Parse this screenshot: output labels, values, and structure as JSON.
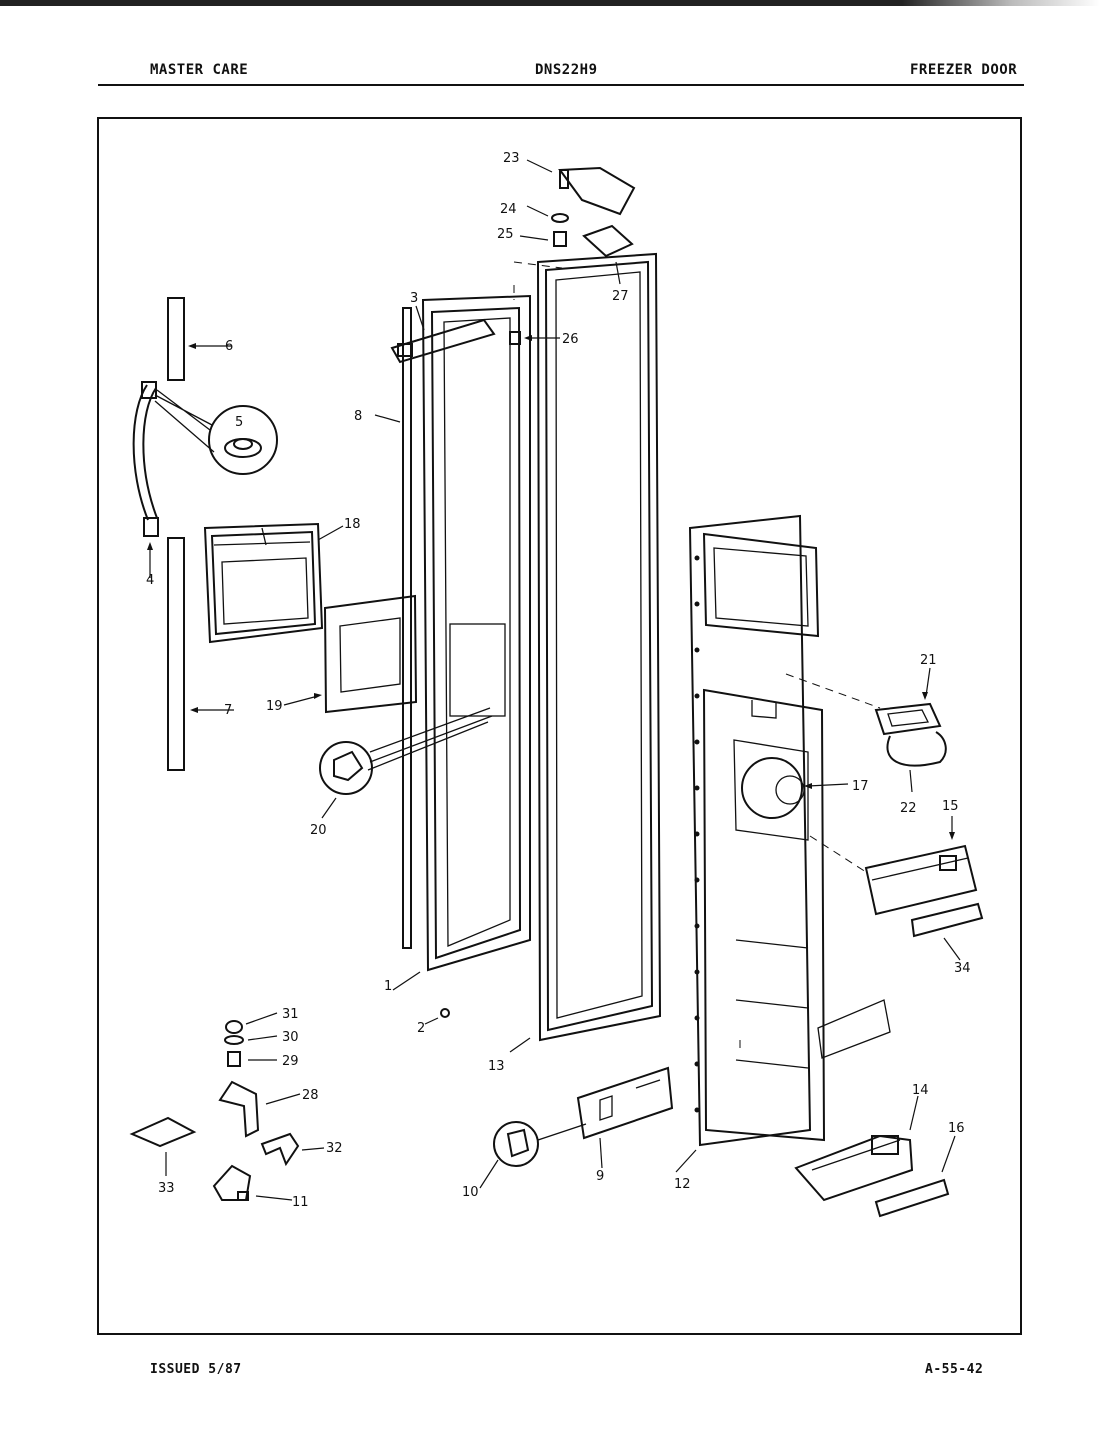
{
  "header": {
    "left": "MASTER CARE",
    "center": "DNS22H9",
    "right": "FREEZER DOOR"
  },
  "footer": {
    "left": "ISSUED 5/87",
    "right": "A-55-42"
  },
  "callouts": {
    "c1": "1",
    "c2": "2",
    "c3": "3",
    "c4": "4",
    "c5": "5",
    "c6": "6",
    "c7": "7",
    "c8": "8",
    "c9": "9",
    "c10": "10",
    "c11": "11",
    "c12": "12",
    "c13": "13",
    "c14": "14",
    "c15": "15",
    "c16": "16",
    "c17": "17",
    "c18": "18",
    "c19": "19",
    "c20": "20",
    "c21": "21",
    "c22": "22",
    "c23": "23",
    "c24": "24",
    "c25": "25",
    "c26": "26",
    "c27": "27",
    "c28": "28",
    "c29": "29",
    "c30": "30",
    "c31": "31",
    "c32": "32",
    "c33": "33",
    "c34": "34"
  }
}
